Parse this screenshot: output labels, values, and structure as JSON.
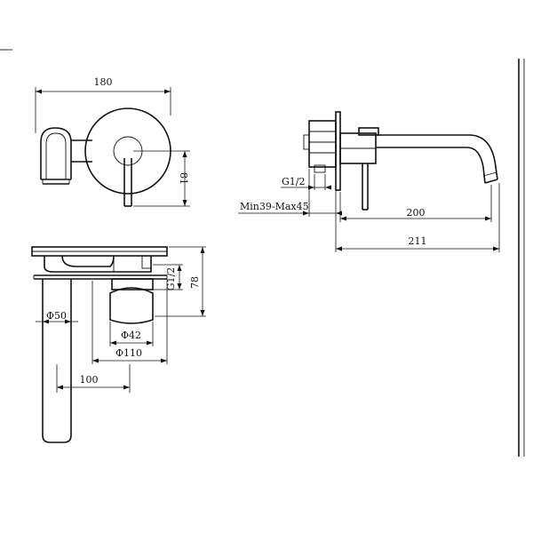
{
  "dimensions": {
    "front_width": "180",
    "front_height": "81",
    "thread_side": "G1/2",
    "wall_depth": "Min39-Max45",
    "spout_200": "200",
    "spout_211": "211",
    "thread_top": "G1/2",
    "body_78": "78",
    "dia_50": "Φ50",
    "dia_42": "Φ42",
    "dia_110": "Φ110",
    "spout_100": "100"
  }
}
